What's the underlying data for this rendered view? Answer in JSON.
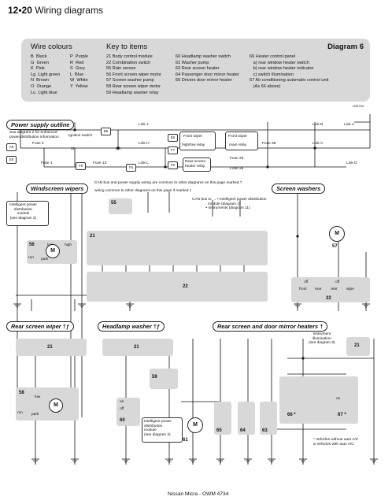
{
  "header": {
    "page": "12•20",
    "title": "Wiring diagrams"
  },
  "key_panel": {
    "wire_colours_title": "Wire colours",
    "wire_colours_col1": [
      "B  Black",
      "G  Green",
      "K  Pink",
      "Lg  Light green",
      "N  Brown",
      "O  Orange",
      "Lu  Light blue"
    ],
    "wire_colours_col2": [
      "P  Purple",
      "R  Red",
      "S  Grey",
      "L  Blue",
      "W  White",
      "Y  Yellow"
    ],
    "key_title": "Key to items",
    "diagram_label": "Diagram 6",
    "items_col1": [
      "21 Body control module",
      "22 Combination switch",
      "55 Rain sensor",
      "56 Front screen wiper motor",
      "57 Screen washer pump",
      "58 Rear screen wiper motor",
      "59 Headlamp washer relay"
    ],
    "items_col2": [
      "60 Headlamp washer switch",
      "61 Washer pump",
      "63 Rear screen heater",
      "64 Passenger door mirror heater",
      "65 Drivers door mirror heater"
    ],
    "items_col3": [
      "66 Heater control panel",
      "   a) rear window heater switch",
      "   b) rear window heater indicator",
      "   c) switch illumination",
      "67 Air conditioning automatic control unit",
      "   (As 66 above)"
    ],
    "ref_code": "H33754"
  },
  "power_supply": {
    "title": "Power supply outline",
    "note": "See diagram 2 for enhanced\npower distribution information",
    "labels": {
      "fuse4": "Fuse 4",
      "fuse1": "Fuse 1",
      "fuse13": "Fuse 13",
      "ign": "Ignition switch",
      "pos2": "(2)",
      "pos1": "(1)",
      "link_j": "Link J",
      "link_h": "Link H",
      "link_l": "Link L",
      "front_wiper": "Front wiper",
      "front_wiper2": "Front wiper",
      "high_low": "high/low relay",
      "main_relay": "main relay",
      "rsh_relay": "Rear screen\nheater relay",
      "fuse20": "Fuse 20",
      "fuse26": "Fuse 26",
      "fuse38": "Fuse 38",
      "link_b": "Link B",
      "link_a": "Link A",
      "link_c": "Link C",
      "link_d": "Link D"
    },
    "tags": [
      "A6",
      "E5",
      "F8",
      "F5",
      "E6",
      "F6",
      "F7",
      "B6"
    ]
  },
  "windscreen": {
    "title": "Windscreen wipers",
    "legend1": "CAN bus and power supply wiring are common to other diagrams on this page marked †",
    "legend2": "wiring common to other diagrams on this page if marked ƒ",
    "can_note": "CAN bus to → • Intelligent power distribution\n               module (diagram 2)\n             • Instruments (diagram 11)",
    "ipdm": "Intelligent power\ndistribution\nmodule\n(see diagram 2)",
    "comp56": "56",
    "comp55": "55",
    "comp21": "21",
    "comp22": "22",
    "low": "low",
    "high": "high",
    "run": "run",
    "park": "park"
  },
  "washers": {
    "title": "Screen washers",
    "comp57": "57",
    "comp22": "22",
    "off": "off",
    "front": "front",
    "rear": "rear",
    "wipe": "wipe"
  },
  "rear_wiper": {
    "title": "Rear screen wiper",
    "mark": "†ƒ",
    "comp21": "21",
    "comp58": "58",
    "low": "low",
    "run": "run",
    "park": "park"
  },
  "headlamp": {
    "title": "Headlamp washer",
    "mark": "†ƒ",
    "comp21": "21",
    "comp59": "59",
    "comp60": "60",
    "comp61": "61",
    "on": "on",
    "off": "off",
    "ipdm": "Intelligent power\ndistribution\nmodule\n(see diagram 2)"
  },
  "rear_heaters": {
    "title": "Rear screen and door mirror heaters",
    "mark": "†",
    "illum": "Instrument\nillumination\n(see diagram 8)",
    "comp21": "21",
    "comp63": "63",
    "comp64": "64",
    "comp65": "65",
    "comp66": "66 *",
    "comp67": "67 *",
    "note": "* Vehicles without auto A/C\nø Vehicles with auto A/C",
    "on": "on"
  },
  "footer": "Nissan Micra - OWM 4734"
}
